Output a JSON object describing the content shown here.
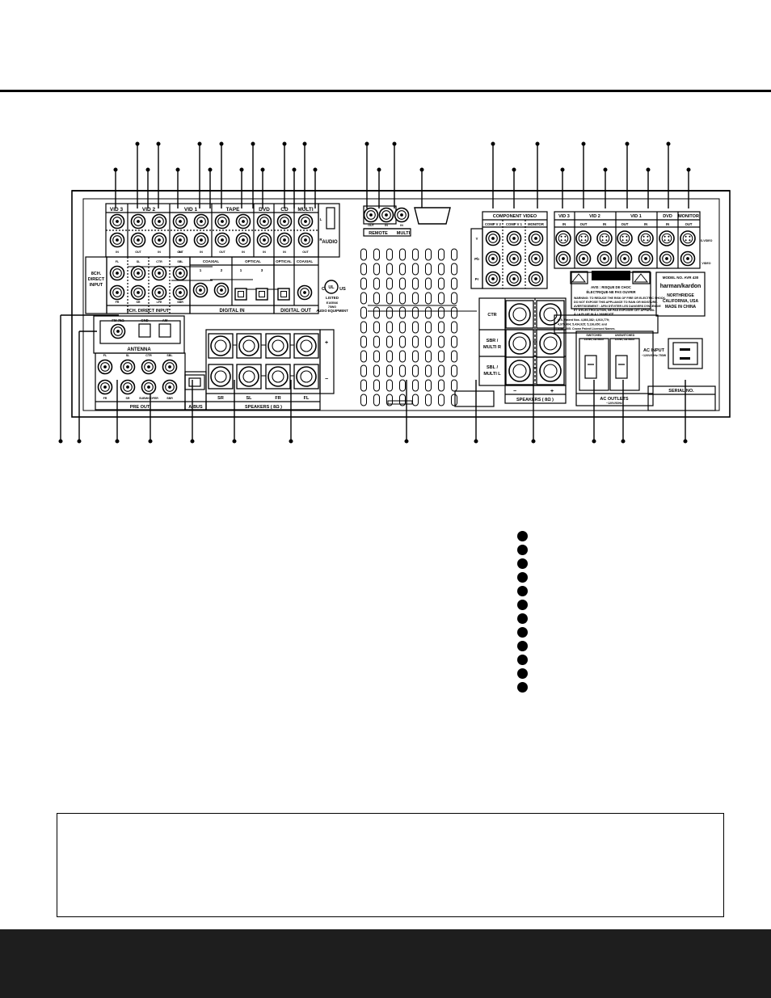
{
  "jacks": {
    "vid3": "VID 3",
    "vid2": "VID 2",
    "vid1": "VID 1",
    "tape": "TAPE",
    "dvd": "DVD",
    "cd": "CD",
    "multi": "MULTI",
    "in": "IN",
    "out": "OUT",
    "audio": "AUDIO",
    "l": "L",
    "r": "R",
    "eight_ch_direct_input": "8CH. DIRECT INPUT",
    "eight_ch_side": [
      "8CH.",
      "DIRECT",
      "INPUT"
    ],
    "fl": "FL",
    "sl": "SL",
    "ctr": "CTR",
    "sbl": "SBL",
    "fr": "FR",
    "sr": "SR",
    "lfe": "LFE",
    "sbr": "SBR",
    "coaxial": "COAXIAL",
    "optical": "OPTICAL",
    "digital_in": "DIGITAL IN",
    "digital_out": "DIGITAL OUT",
    "one": "1",
    "two": "2",
    "three": "3",
    "remote": "REMOTE",
    "multi_small": "MULTI",
    "antenna": "ANTENNA",
    "fm_75": "FM 75Ω",
    "gnd": "GND",
    "am": "AM",
    "pre_out": "PRE OUT",
    "subwoofer": "SUBWOOFER",
    "a_bus": "A-BUS",
    "speakers_8": "SPEAKERS ( 8Ω )",
    "speakers_8b": "SPEAKERS ( 8Ω )",
    "component_video": "COMPONENT VIDEO",
    "comp_v2": "COMP V 2",
    "comp_v1": "COMP V 1",
    "monitor": "MONITOR",
    "y": "Y",
    "pb": "Pb",
    "pr": "Pr",
    "svideo": "S-VIDEO",
    "video": "VIDEO",
    "ctr_term": "CTR",
    "sbr_multi_r": [
      "SBR /",
      "MULTI R"
    ],
    "sbl_multi_l": [
      "SBL /",
      "MULTI L"
    ],
    "minus": "−",
    "plus": "+",
    "ul_listed": [
      "LISTED",
      "E165546",
      "75WG",
      "AUDIO EQUIPMENT"
    ],
    "ul_c": "C",
    "ul_us": "US",
    "ul_mark": "UL",
    "caution_title": "CAUTION",
    "caution_fr": [
      "AVIS : RISQUE DE CHOC",
      "ÉLECTRIQUE-NE PAS OUVRIR"
    ],
    "warning": [
      "WARNING: TO REDUCE THE RISK OF FIRE OR ELECTRIC SHOCK,",
      "DO NOT EXPOSE THIS APPLIANCE TO RAIN OR MOISTURE.",
      "AVERTISSEMENT : AFIN D'ÉVITER LES DANGERS D'INCENDIE",
      "ET D'ÉLECTROCUTION, NE PAS EXPOSER CET APPAREIL",
      "À LA PLUIE NI À L'HUMIDITÉ."
    ],
    "patents": [
      "U.S. Patent Nos. 4,866,382; 4,910,779;",
      "4,975,404; 5,434,925; 5,136,650; and",
      "5,361,305. Crown Patent Licensed Names."
    ],
    "model_no": "MODEL NO. AVR 430",
    "brand": "harman/kardon",
    "origin": [
      "NORTHRIDGE",
      "CALIFORNIA, USA",
      "MADE IN CHINA"
    ],
    "switched": [
      "SWITCHED",
      "120W, 1A MAX"
    ],
    "unswitched": [
      "UNSWITCHED",
      "120W, 1A MAX"
    ],
    "ac_outlets": "AC OUTLETS",
    "ac_outlets_sub": "~120V/60Hz",
    "ac_input": "AC INPUT",
    "ac_input_sub": "~120V/60Hz 750W",
    "serial_no": "SERIAL NO."
  }
}
